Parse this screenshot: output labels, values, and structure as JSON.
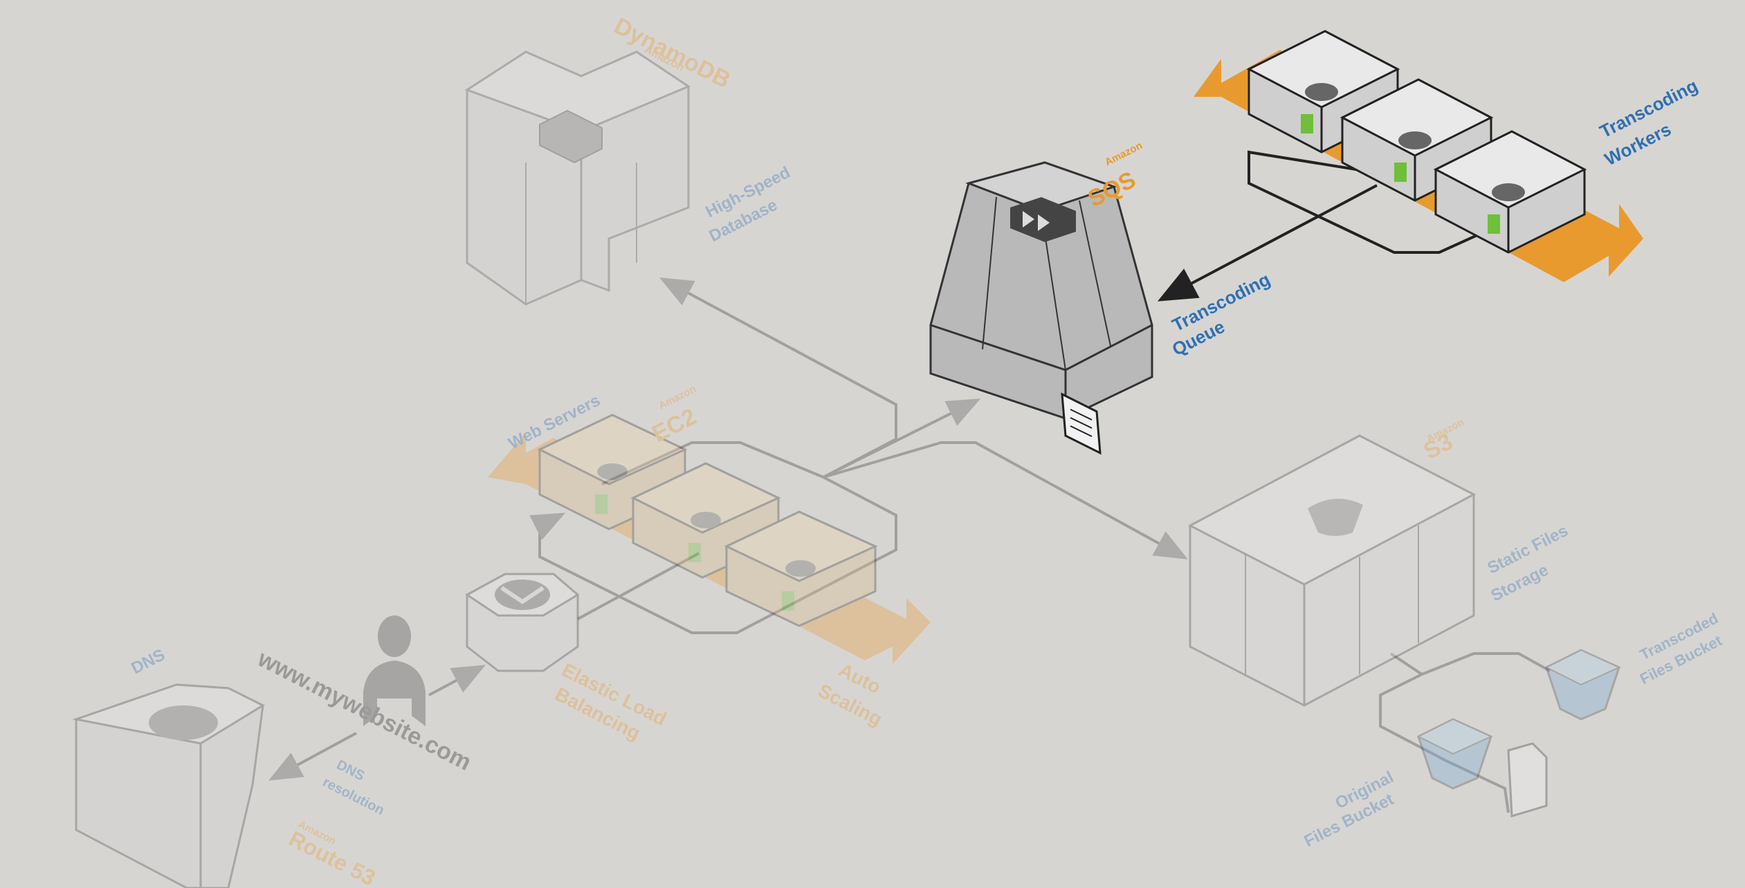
{
  "diagram": {
    "services": {
      "dynamodb": {
        "brand": "Amazon",
        "name": "DynamoDB",
        "caption_line1": "High-Speed",
        "caption_line2": "Database"
      },
      "sqs": {
        "brand": "Amazon",
        "name": "SQS",
        "caption_line1": "Transcoding",
        "caption_line2": "Queue"
      },
      "workers": {
        "caption_line1": "Transcoding",
        "caption_line2": "Workers"
      },
      "ec2": {
        "brand": "Amazon",
        "name": "EC2",
        "caption": "Web Servers"
      },
      "elb": {
        "caption_line1": "Elastic Load",
        "caption_line2": "Balancing"
      },
      "autoscaling": {
        "caption_line1": "Auto",
        "caption_line2": "Scaling"
      },
      "s3": {
        "brand": "Amazon",
        "name": "S3",
        "caption_line1": "Static Files",
        "caption_line2": "Storage"
      },
      "transcoded_bucket": {
        "caption_line1": "Transcoded",
        "caption_line2": "Files Bucket"
      },
      "original_bucket": {
        "caption_line1": "Original",
        "caption_line2": "Files Bucket"
      },
      "dns": {
        "caption": "DNS",
        "brand": "Amazon",
        "name": "Route 53",
        "resolution_line1": "DNS",
        "resolution_line2": "resolution"
      },
      "user": {
        "url": "www.mywebsite.com"
      }
    },
    "colors": {
      "background": "#d7d5d2",
      "accent_orange": "#e89a2e",
      "label_blue": "#2f6fb3",
      "server_green": "#6fbf3a",
      "bucket_blue": "#8fb8dc"
    }
  }
}
